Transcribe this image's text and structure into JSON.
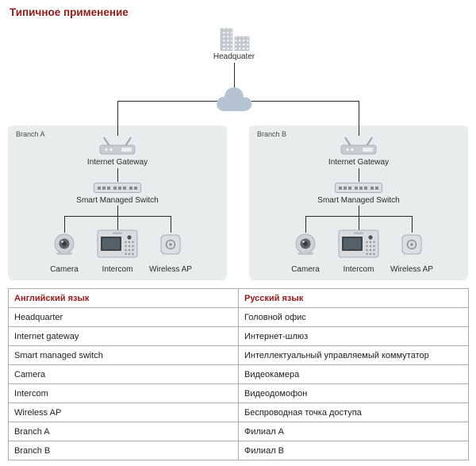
{
  "title": "Типичное применение",
  "diagram": {
    "headquarter_label": "Headquater",
    "branches": [
      {
        "label": "Branch A",
        "gateway_label": "Internet Gateway",
        "switch_label": "Smart Managed Switch",
        "devices": [
          "Camera",
          "Intercom",
          "Wireless AP"
        ]
      },
      {
        "label": "Branch B",
        "gateway_label": "Internet Gateway",
        "switch_label": "Smart Managed Switch",
        "devices": [
          "Camera",
          "Intercom",
          "Wireless AP"
        ]
      }
    ]
  },
  "table": {
    "headers": [
      "Английский язык",
      "Русский язык"
    ],
    "rows": [
      {
        "en": "Headquarter",
        "ru": "Головной офис"
      },
      {
        "en": "Internet gateway",
        "ru": "Интернет-шлюз"
      },
      {
        "en": "Smart managed switch",
        "ru": "Интеллектуальный управляемый коммутатор"
      },
      {
        "en": "Camera",
        "ru": "Видеокамера"
      },
      {
        "en": "Intercom",
        "ru": "Видеодомофон"
      },
      {
        "en": "Wireless AP",
        "ru": "Беспроводная точка доступа"
      },
      {
        "en": "Branch A",
        "ru": "Филиал А"
      },
      {
        "en": "Branch B",
        "ru": "Филиал B"
      }
    ]
  },
  "colors": {
    "accent": "#8e1b1b",
    "branch_panel": "#e9eced",
    "cloud": "#b6c3d3",
    "line": "#2a2a2a"
  }
}
